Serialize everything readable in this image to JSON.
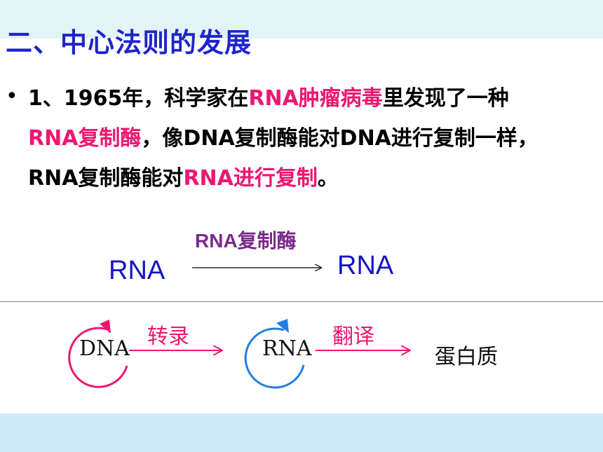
{
  "title": "二、中心法则的发展",
  "bullet": {
    "symbol": "•",
    "lines": [
      {
        "parts": [
          {
            "text": "1、1965年，科学家在"
          },
          {
            "text": "RNA肿瘤病毒",
            "hl": true
          },
          {
            "text": "里发现了一种"
          }
        ]
      },
      {
        "parts": [
          {
            "text": "RNA复制酶",
            "hl": true
          },
          {
            "text": "，像DNA复制酶能对DNA进行复制一样，"
          }
        ]
      },
      {
        "parts": [
          {
            "text": "RNA复制酶能对"
          },
          {
            "text": "RNA进行复制",
            "hl": true
          },
          {
            "text": "。"
          }
        ]
      }
    ]
  },
  "replication": {
    "source": "RNA",
    "enzyme": "RNA复制酶",
    "target": "RNA"
  },
  "dogma": {
    "dna": "DNA",
    "transcription": "转录",
    "rna": "RNA",
    "translation": "翻译",
    "protein": "蛋白质"
  },
  "colors": {
    "title": "#1f25c9",
    "highlight": "#ee1670",
    "enzyme": "#7a2a8a",
    "rna_blue": "#1313c8",
    "dna_cycle": "#ee1670",
    "rna_cycle": "#1f7fe0"
  }
}
